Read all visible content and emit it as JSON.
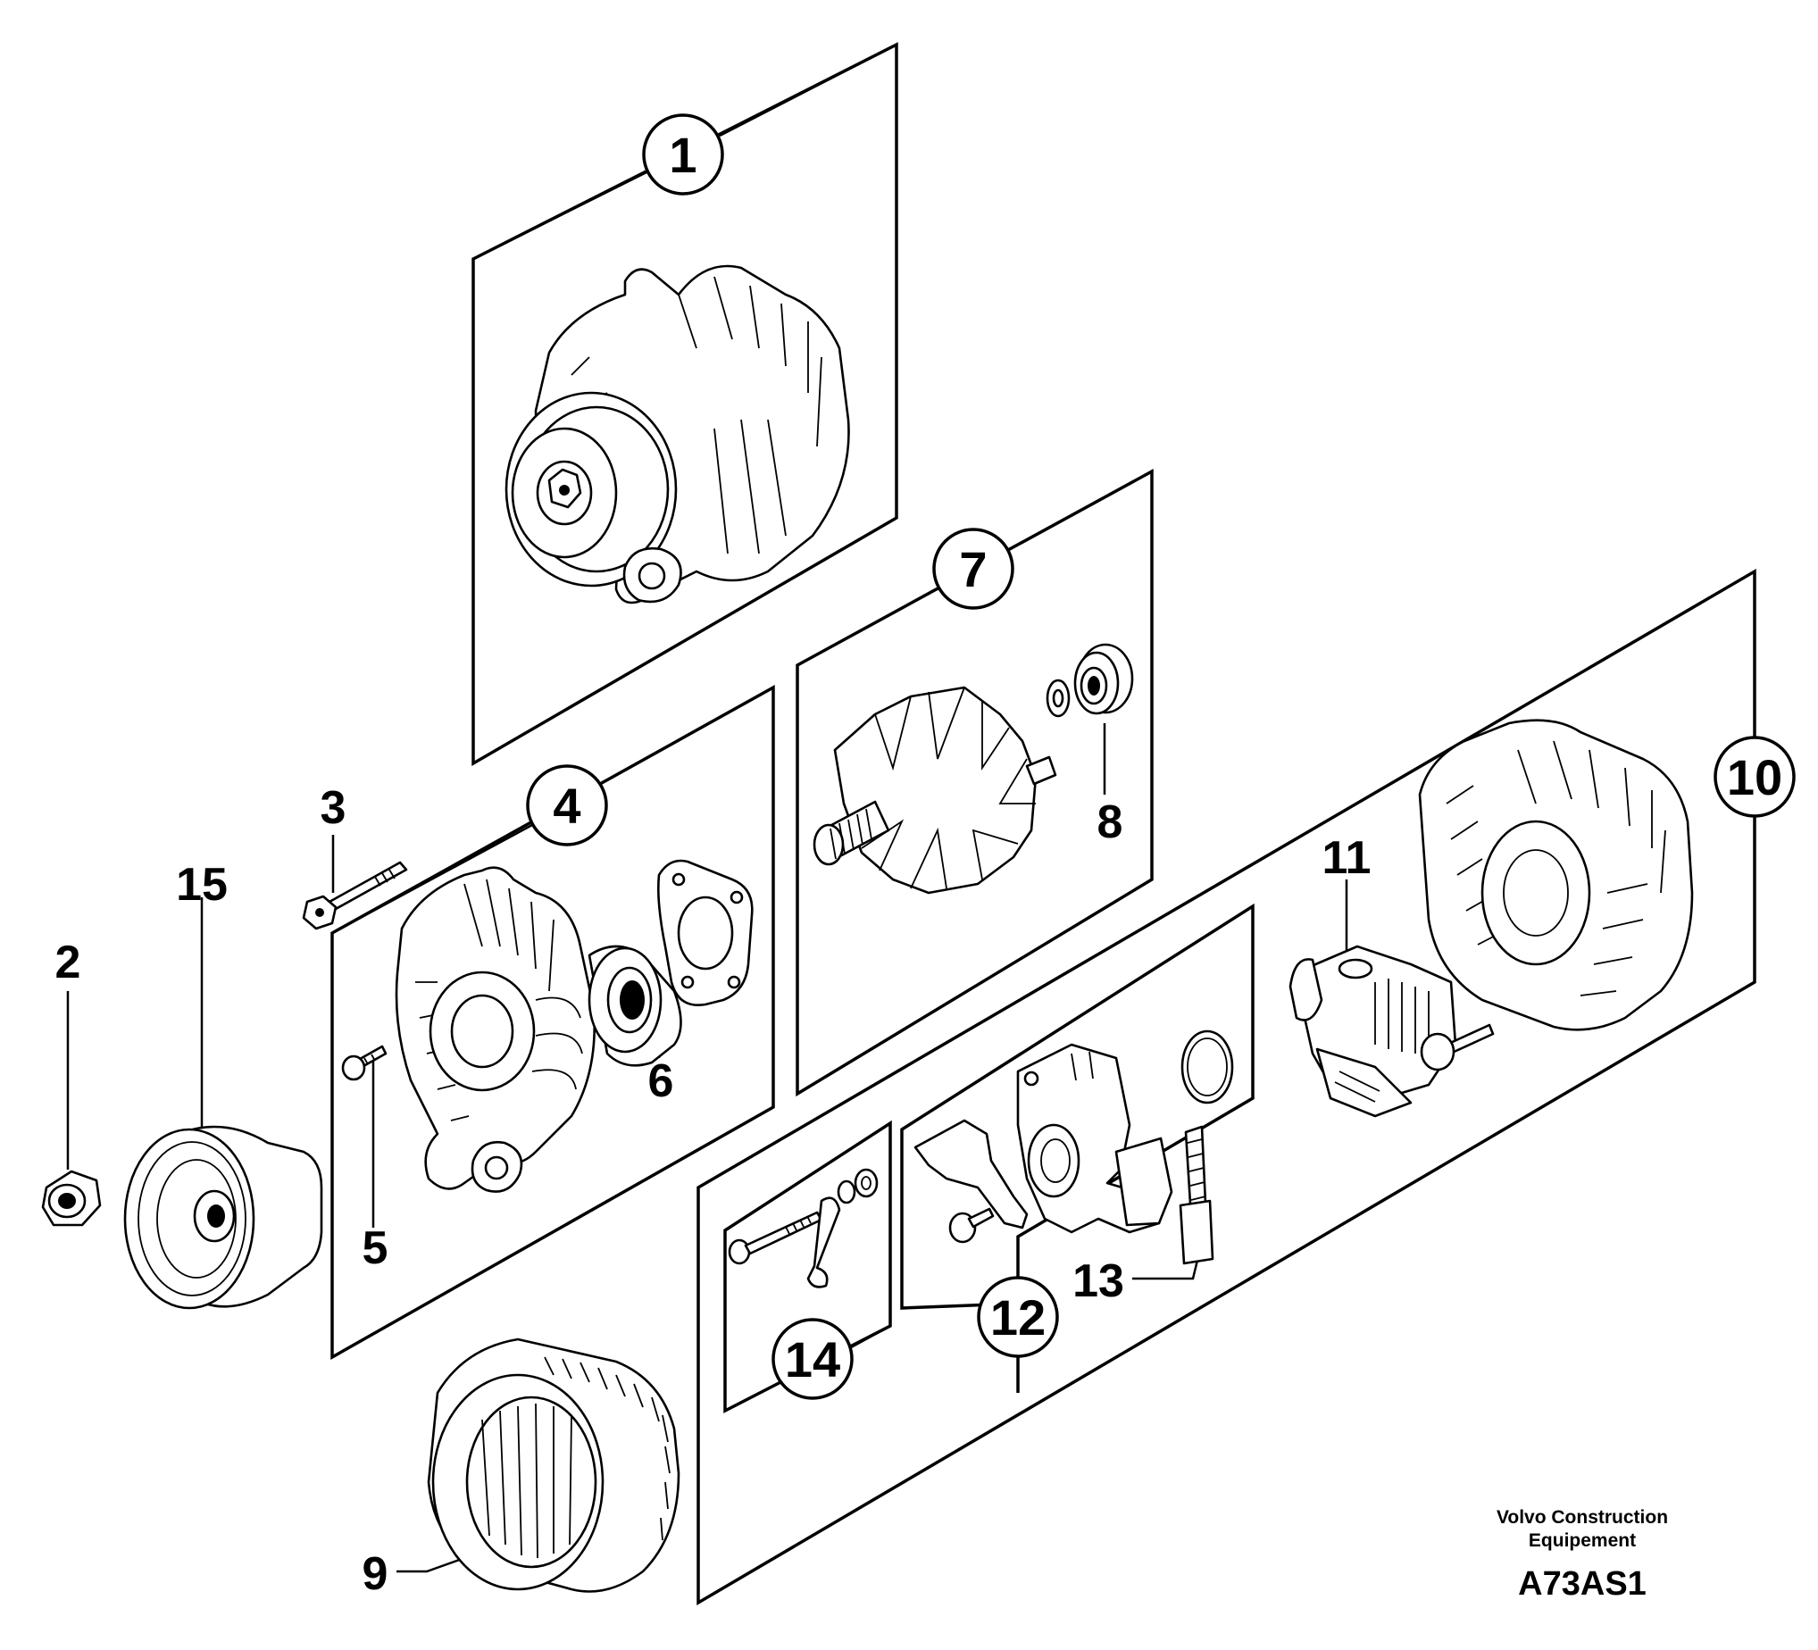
{
  "diagram": {
    "callouts": {
      "c1": "1",
      "c4": "4",
      "c7": "7",
      "c10": "10",
      "c12": "12",
      "c14": "14"
    },
    "labels": {
      "l2": "2",
      "l3": "3",
      "l5": "5",
      "l6": "6",
      "l8": "8",
      "l9": "9",
      "l11": "11",
      "l13": "13",
      "l15": "15"
    },
    "credit": {
      "line1": "Volvo Construction",
      "line2": "Equipement"
    },
    "reference_code": "A73AS1"
  }
}
